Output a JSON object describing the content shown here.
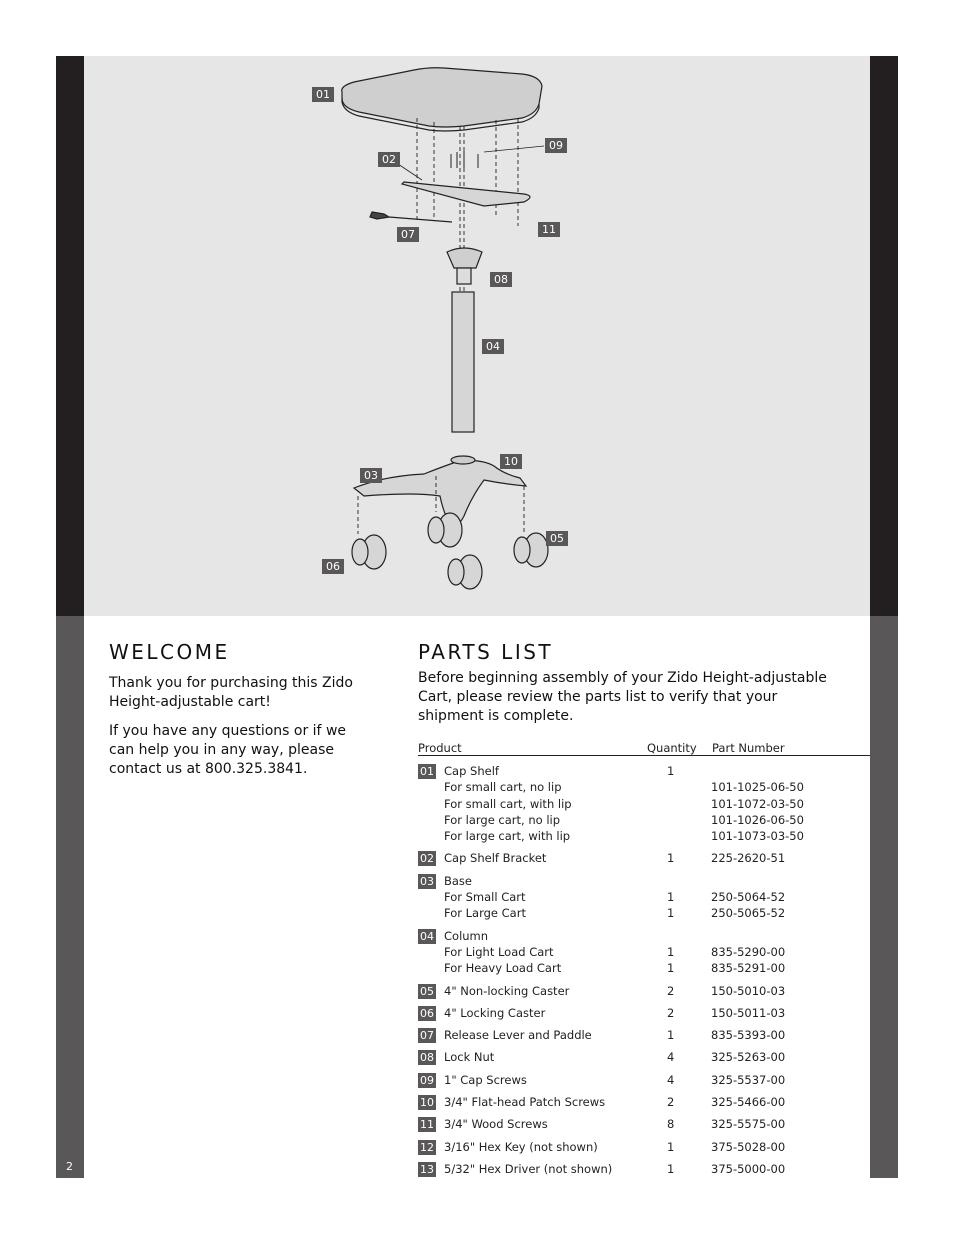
{
  "page_number": "2",
  "figure": {
    "callouts": [
      "01",
      "02",
      "09",
      "07",
      "11",
      "08",
      "04",
      "10",
      "03",
      "05",
      "06"
    ]
  },
  "welcome": {
    "heading": "WELCOME",
    "para1": "Thank you for purchasing this Zido Height-adjustable cart!",
    "para2": "If you have any questions or if we can help you in any way, please contact us at 800.325.3841."
  },
  "parts_list": {
    "heading": "PARTS LIST",
    "intro": "Before beginning assembly of your Zido Height-adjustable Cart, please review the parts list to verify that your shipment is complete.",
    "columns": {
      "product": "Product",
      "quantity": "Quantity",
      "part_number": "Part Number"
    },
    "parts": [
      {
        "num": "01",
        "name": "Cap Shelf",
        "qty": "1",
        "pn": "",
        "subs": [
          {
            "name": "For small cart, no lip",
            "qty": "",
            "pn": "101-1025-06-50"
          },
          {
            "name": "For small cart, with lip",
            "qty": "",
            "pn": "101-1072-03-50"
          },
          {
            "name": "For large cart, no lip",
            "qty": "",
            "pn": "101-1026-06-50"
          },
          {
            "name": "For large cart, with lip",
            "qty": "",
            "pn": "101-1073-03-50"
          }
        ]
      },
      {
        "num": "02",
        "name": "Cap Shelf Bracket",
        "qty": "1",
        "pn": "225-2620-51",
        "subs": []
      },
      {
        "num": "03",
        "name": "Base",
        "qty": "",
        "pn": "",
        "subs": [
          {
            "name": "For Small Cart",
            "qty": "1",
            "pn": "250-5064-52"
          },
          {
            "name": "For Large Cart",
            "qty": "1",
            "pn": "250-5065-52"
          }
        ]
      },
      {
        "num": "04",
        "name": "Column",
        "qty": "",
        "pn": "",
        "subs": [
          {
            "name": "For Light Load Cart",
            "qty": "1",
            "pn": "835-5290-00"
          },
          {
            "name": "For Heavy Load Cart",
            "qty": "1",
            "pn": "835-5291-00"
          }
        ]
      },
      {
        "num": "05",
        "name": "4\" Non-locking Caster",
        "qty": "2",
        "pn": "150-5010-03",
        "subs": []
      },
      {
        "num": "06",
        "name": "4\" Locking Caster",
        "qty": "2",
        "pn": "150-5011-03",
        "subs": []
      },
      {
        "num": "07",
        "name": "Release Lever and Paddle",
        "qty": "1",
        "pn": "835-5393-00",
        "subs": []
      },
      {
        "num": "08",
        "name": "Lock Nut",
        "qty": "4",
        "pn": "325-5263-00",
        "subs": []
      },
      {
        "num": "09",
        "name": "1\" Cap Screws",
        "qty": "4",
        "pn": "325-5537-00",
        "subs": []
      },
      {
        "num": "10",
        "name": "3/4\" Flat-head Patch Screws",
        "qty": "2",
        "pn": "325-5466-00",
        "subs": []
      },
      {
        "num": "11",
        "name": "3/4\" Wood Screws",
        "qty": "8",
        "pn": "325-5575-00",
        "subs": []
      },
      {
        "num": "12",
        "name": "3/16\" Hex Key (not shown)",
        "qty": "1",
        "pn": "375-5028-00",
        "subs": []
      },
      {
        "num": "13",
        "name": "5/32\" Hex Driver (not shown)",
        "qty": "1",
        "pn": "375-5000-00",
        "subs": []
      }
    ]
  }
}
